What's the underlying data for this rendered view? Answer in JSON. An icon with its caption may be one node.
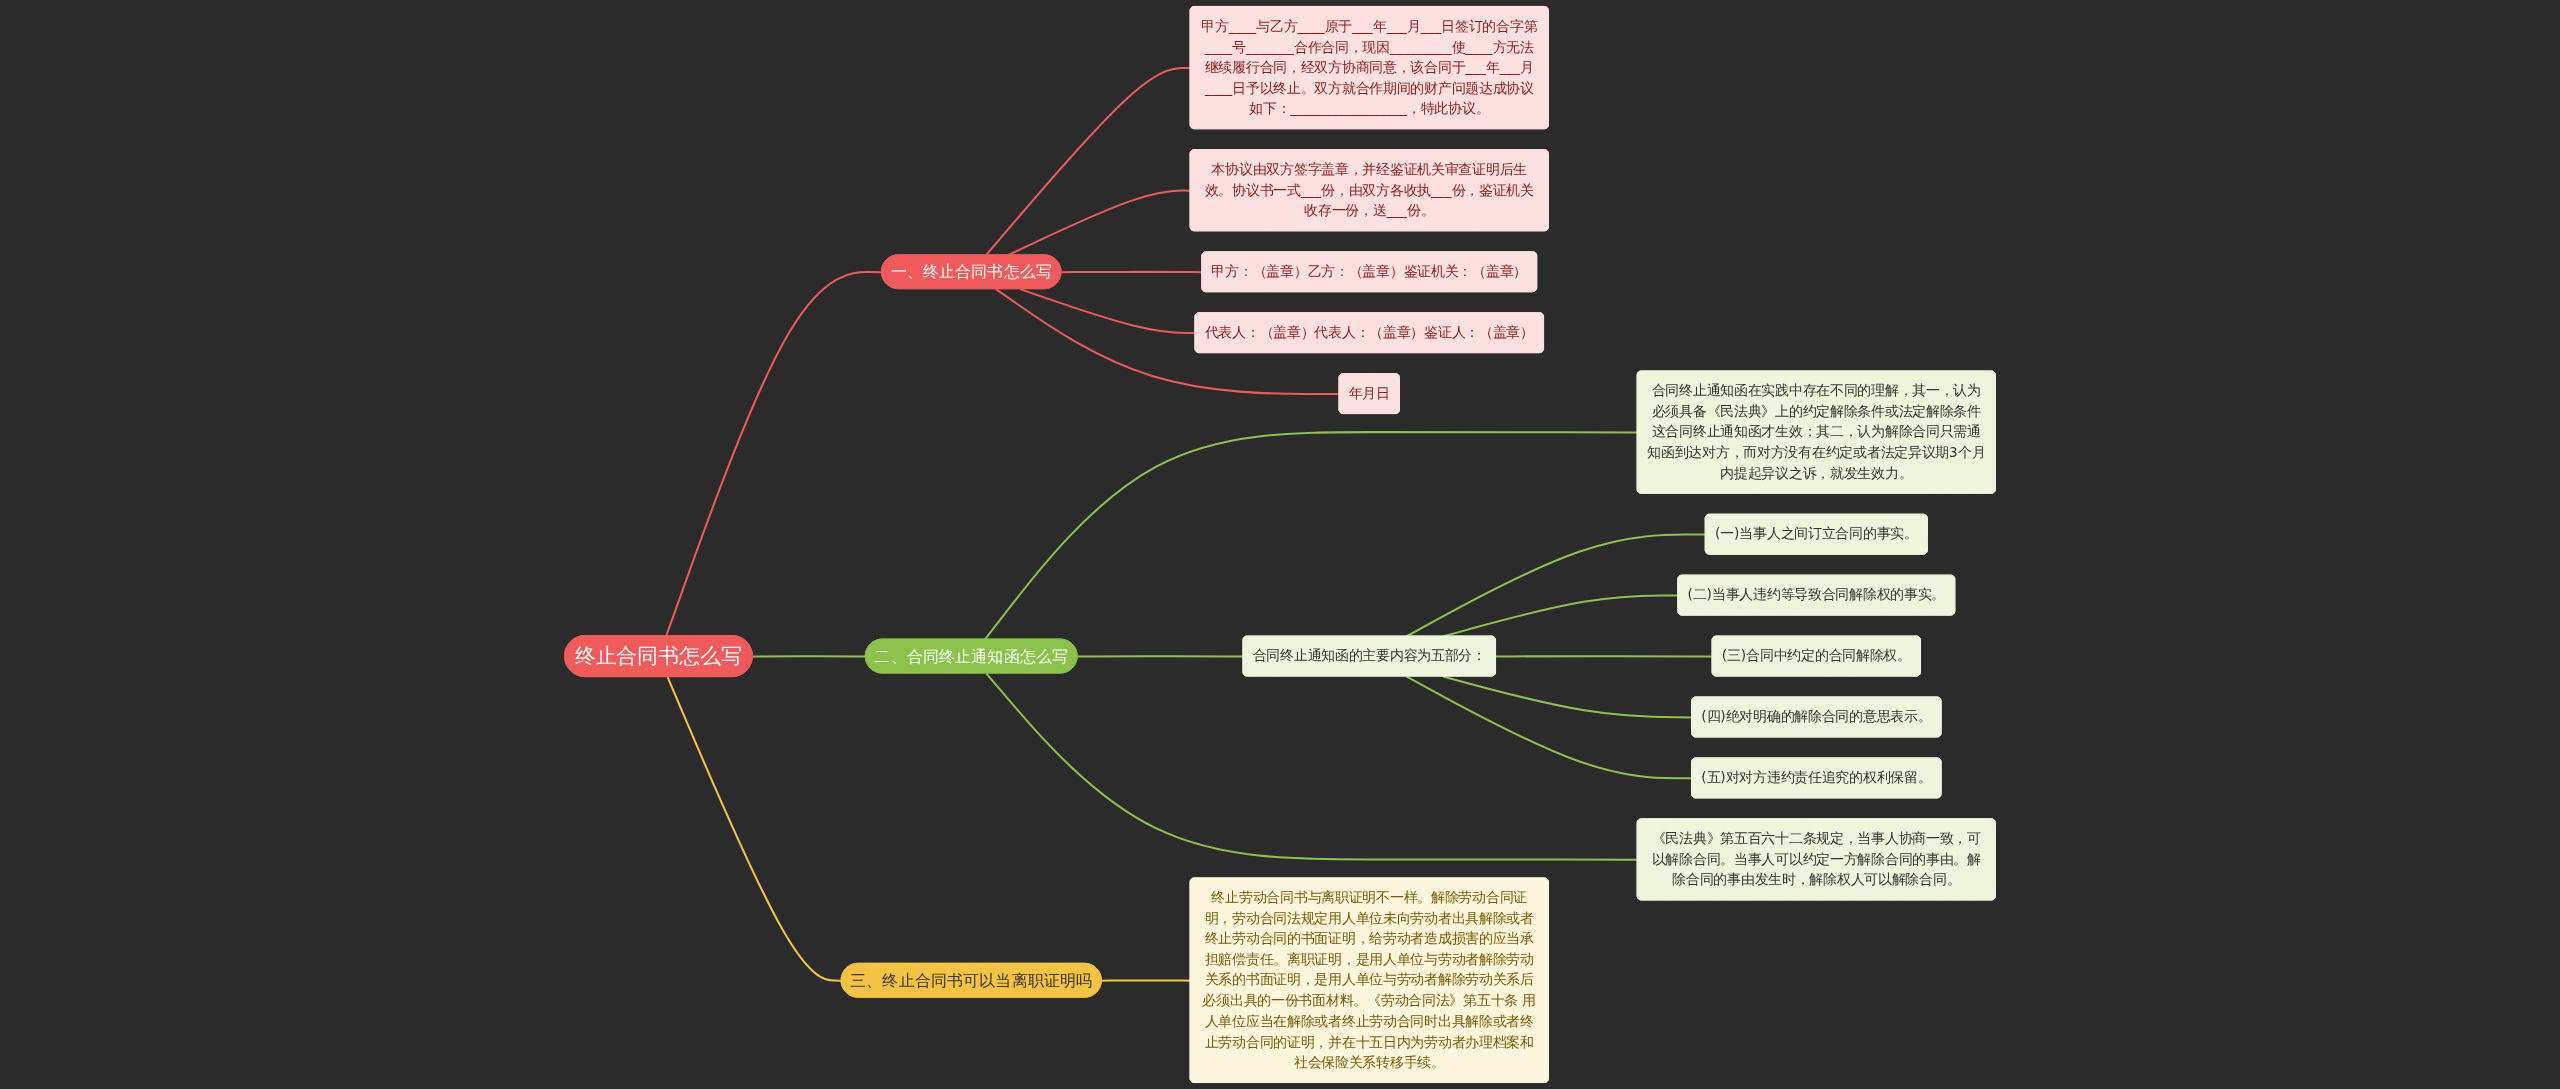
{
  "diagram": {
    "nodes": [
      {
        "text": [
          "终止合同书怎么写"
        ]
      },
      {
        "text": [
          "一、终止合同书怎么写"
        ]
      },
      {
        "text": [
          "甲方____与乙方____原于___年___月___日签订的合字第____号_______合作合同，现因_________使____方无法继续履行合同，经双方协商同意，该合同于___年___月____日予以终止。双方就合作期间的财产问题达成协议如下：_________________，特此协议。"
        ]
      },
      {
        "text": [
          "本协议由双方签字盖章，并经鉴证机关审查证明后生效。协议书一式___份，由双方各收执___份，鉴证机关收存一份，送___份。"
        ]
      },
      {
        "text": [
          "甲方：（盖章）乙方：（盖章）鉴证机关：（盖章）"
        ]
      },
      {
        "text": [
          "代表人：（盖章）代表人：（盖章）鉴证人：（盖章）"
        ]
      },
      {
        "text": [
          "年月日"
        ]
      },
      {
        "text": [
          "二、合同终止通知函怎么写"
        ]
      },
      {
        "text": [
          "合同终止通知函在实践中存在不同的理解，其一，认为必须具备《民法典》上的约定解除条件或法定解除条件这合同终止通知函才生效；其二，认为解除合同只需通知函到达对方，而对方没有在约定或者法定异议期3个月内提起异议之诉，就发生效力。"
        ]
      },
      {
        "text": [
          "合同终止通知函的主要内容为五部分："
        ]
      },
      {
        "text": [
          "(一)当事人之间订立合同的事实。"
        ]
      },
      {
        "text": [
          "(二)当事人违约等导致合同解除权的事实。"
        ]
      },
      {
        "text": [
          "(三)合同中约定的合同解除权。"
        ]
      },
      {
        "text": [
          "(四)绝对明确的解除合同的意思表示。"
        ]
      },
      {
        "text": [
          "(五)对对方违约责任追究的权利保留。"
        ]
      },
      {
        "text": [
          "《民法典》第五百六十二条规定，当事人协商一致，可以解除合同。当事人可以约定一方解除合同的事由。解除合同的事由发生时，解除权人可以解除合同。"
        ]
      },
      {
        "text": [
          "三、终止合同书可以当离职证明吗"
        ]
      },
      {
        "text": [
          "终止劳动合同书与离职证明不一样。解除劳动合同证明，劳动合同法规定用人单位未向劳动者出具解除或者终止劳动合同的书面证明，给劳动者造成损害的应当承担赔偿责任。离职证明，是用人单位与劳动者解除劳动关系的书面证明，是用人单位与劳动者解除劳动关系后必须出具的一份书面材料。《劳动合同法》第五十条 用人单位应当在解除或者终止劳动合同时出具解除或者终止劳动合同的证明，并在十五日内为劳动者办理档案和社会保险关系转移手续。"
        ]
      }
    ],
    "edges": [
      {
        "from": 0,
        "to": 1,
        "arrow": "none",
        "color": "#f05a5a"
      },
      {
        "from": 1,
        "to": 2,
        "arrow": "none",
        "color": "#f05a5a"
      },
      {
        "from": 1,
        "to": 3,
        "arrow": "none",
        "color": "#f05a5a"
      },
      {
        "from": 1,
        "to": 4,
        "arrow": "none",
        "color": "#f05a5a"
      },
      {
        "from": 1,
        "to": 5,
        "arrow": "none",
        "color": "#f05a5a"
      },
      {
        "from": 1,
        "to": 6,
        "arrow": "none",
        "color": "#f05a5a"
      },
      {
        "from": 0,
        "to": 7,
        "arrow": "none"
      },
      {
        "from": 7,
        "to": 8,
        "arrow": "none"
      },
      {
        "from": 7,
        "to": 9,
        "arrow": "none"
      },
      {
        "from": 9,
        "to": 10,
        "arrow": "none"
      },
      {
        "from": 9,
        "to": 11,
        "arrow": "none"
      },
      {
        "from": 9,
        "to": 12,
        "arrow": "none"
      },
      {
        "from": 9,
        "to": 13,
        "arrow": "none"
      },
      {
        "from": 9,
        "to": 14,
        "arrow": "none"
      },
      {
        "from": 7,
        "to": 15,
        "arrow": "none"
      },
      {
        "from": 0,
        "to": 16,
        "arrow": "none",
        "color": "#f5c342"
      },
      {
        "from": 16,
        "to": 17,
        "arrow": "none",
        "color": "#f5c342"
      }
    ]
  }
}
